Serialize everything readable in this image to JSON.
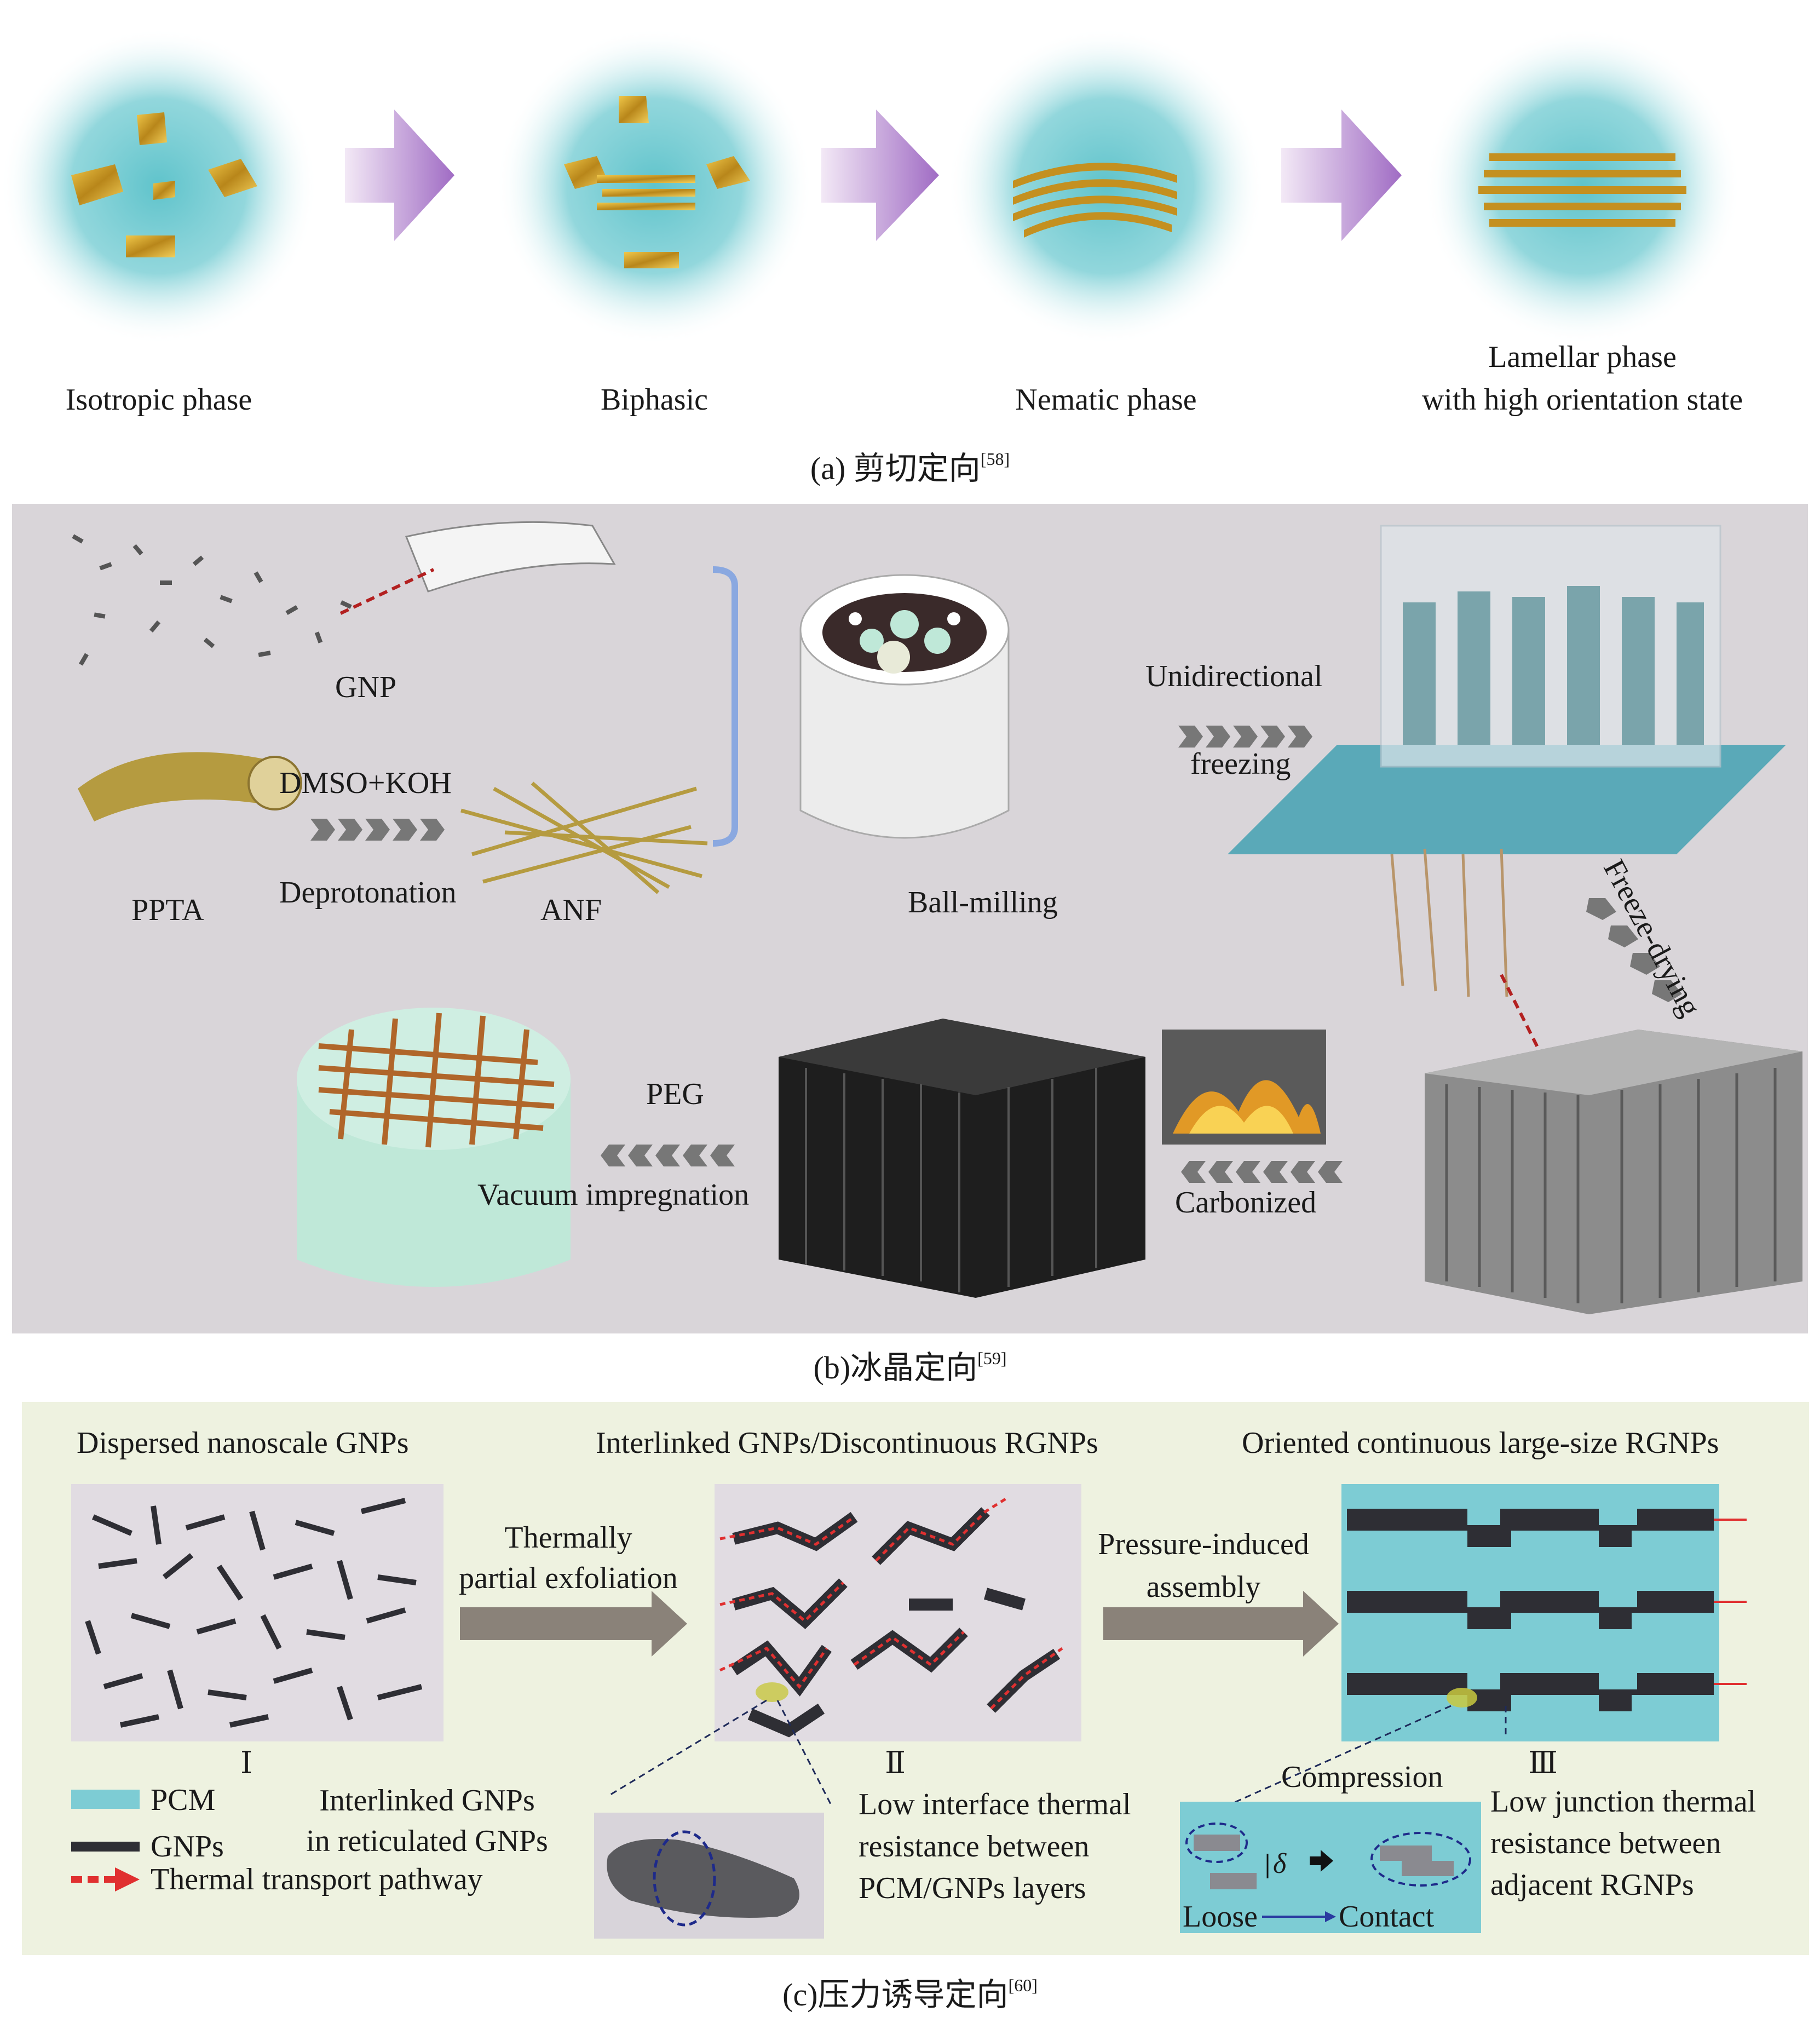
{
  "panel_a": {
    "phases": [
      "Isotropic phase",
      "Biphasic",
      "Nematic phase"
    ],
    "lamellar_line1": "Lamellar phase",
    "lamellar_line2": "with high orientation state",
    "caption_main": "(a) 剪切定向",
    "caption_ref": "[58]"
  },
  "panel_b": {
    "gnp": "GNP",
    "dmso": "DMSO+KOH",
    "ppta": "PPTA",
    "deprotonation": "Deprotonation",
    "anf": "ANF",
    "ball_milling": "Ball-milling",
    "unidirectional": "Unidirectional",
    "freezing": "freezing",
    "freeze_drying": "Freeze-drying",
    "peg": "PEG",
    "vacuum": "Vacuum impregnation",
    "carbonized": "Carbonized",
    "caption_main": "(b)冰晶定向",
    "caption_ref": "[59]"
  },
  "panel_c": {
    "title1": "Dispersed nanoscale GNPs",
    "title2": "Interlinked GNPs/Discontinuous RGNPs",
    "title3": "Oriented continuous large-size RGNPs",
    "step1_line1": "Thermally",
    "step1_line2": "partial exfoliation",
    "step2_line1": "Pressure-induced",
    "step2_line2": "assembly",
    "roman1": "Ⅰ",
    "roman2": "Ⅱ",
    "roman3": "Ⅲ",
    "legend_pcm": "PCM",
    "legend_gnps": "GNPs",
    "legend_path": "Thermal transport pathway",
    "interlinked_line1": "Interlinked GNPs",
    "interlinked_line2": "in reticulated GNPs",
    "low_interface_line1": "Low interface thermal",
    "low_interface_line2": "resistance between",
    "low_interface_line3": "PCM/GNPs layers",
    "compression": "Compression",
    "delta": "δ",
    "loose": "Loose",
    "contact": "Contact",
    "low_junction_line1": "Low junction thermal",
    "low_junction_line2": "resistance between",
    "low_junction_line3": "adjacent RGNPs",
    "caption_main": "(c)压力诱导定向",
    "caption_ref": "[60]"
  },
  "colors": {
    "cyan_glow": "#62c7cf",
    "flake_gold": "#d9a52a",
    "arrow_purple": "#b07fd0",
    "panel_b_bg": "#d9d5d9",
    "panel_c_bg": "#eef2e0",
    "pcm": "#7dccd4",
    "gnp_dark": "#2e2e34",
    "pathway_red": "#e03030"
  }
}
